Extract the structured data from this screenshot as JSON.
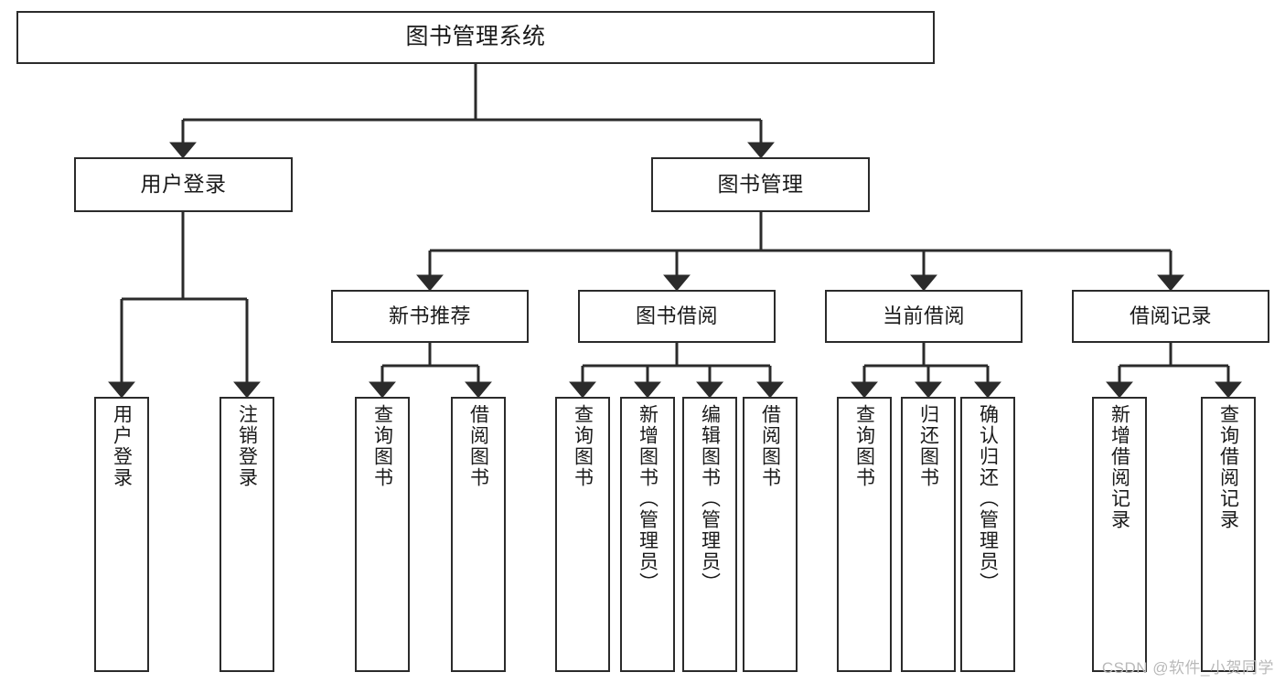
{
  "diagram": {
    "title": "图书管理系统",
    "type": "tree-hierarchy-chart",
    "watermark": "CSDN @软件_小贺同学",
    "colors": {
      "box_border": "#2b2b2b",
      "box_fill": "#ffffff",
      "connector": "#2b2b2b",
      "text": "#1a1a1a",
      "watermark": "#b9b9b9",
      "background": "#ffffff"
    }
  },
  "nodes": {
    "root": {
      "label": "图书管理系统"
    },
    "level2": [
      {
        "id": "user-login",
        "label": "用户登录"
      },
      {
        "id": "book-management",
        "label": "图书管理"
      }
    ],
    "level3": [
      {
        "id": "new-book-recommend",
        "label": "新书推荐"
      },
      {
        "id": "book-borrow",
        "label": "图书借阅"
      },
      {
        "id": "current-borrow",
        "label": "当前借阅"
      },
      {
        "id": "borrow-record",
        "label": "借阅记录"
      }
    ],
    "leaves": {
      "user_login": [
        {
          "id": "leaf-user-login",
          "label": "用户登录"
        },
        {
          "id": "leaf-logout-login",
          "label": "注销登录"
        }
      ],
      "new_book_recommend": [
        {
          "id": "leaf-query-book-1",
          "label": "查询图书"
        },
        {
          "id": "leaf-borrow-book-1",
          "label": "借阅图书"
        }
      ],
      "book_borrow": [
        {
          "id": "leaf-query-book-2",
          "label": "查询图书"
        },
        {
          "id": "leaf-add-book",
          "label": "新增图书（管理员）"
        },
        {
          "id": "leaf-edit-book",
          "label": "编辑图书（管理员）"
        },
        {
          "id": "leaf-borrow-book-2",
          "label": "借阅图书"
        }
      ],
      "current_borrow": [
        {
          "id": "leaf-query-book-3",
          "label": "查询图书"
        },
        {
          "id": "leaf-return-book",
          "label": "归还图书"
        },
        {
          "id": "leaf-confirm-return",
          "label": "确认归还（管理员）"
        }
      ],
      "borrow_record": [
        {
          "id": "leaf-add-record",
          "label": "新增借阅记录"
        },
        {
          "id": "leaf-query-record",
          "label": "查询借阅记录"
        }
      ]
    }
  }
}
